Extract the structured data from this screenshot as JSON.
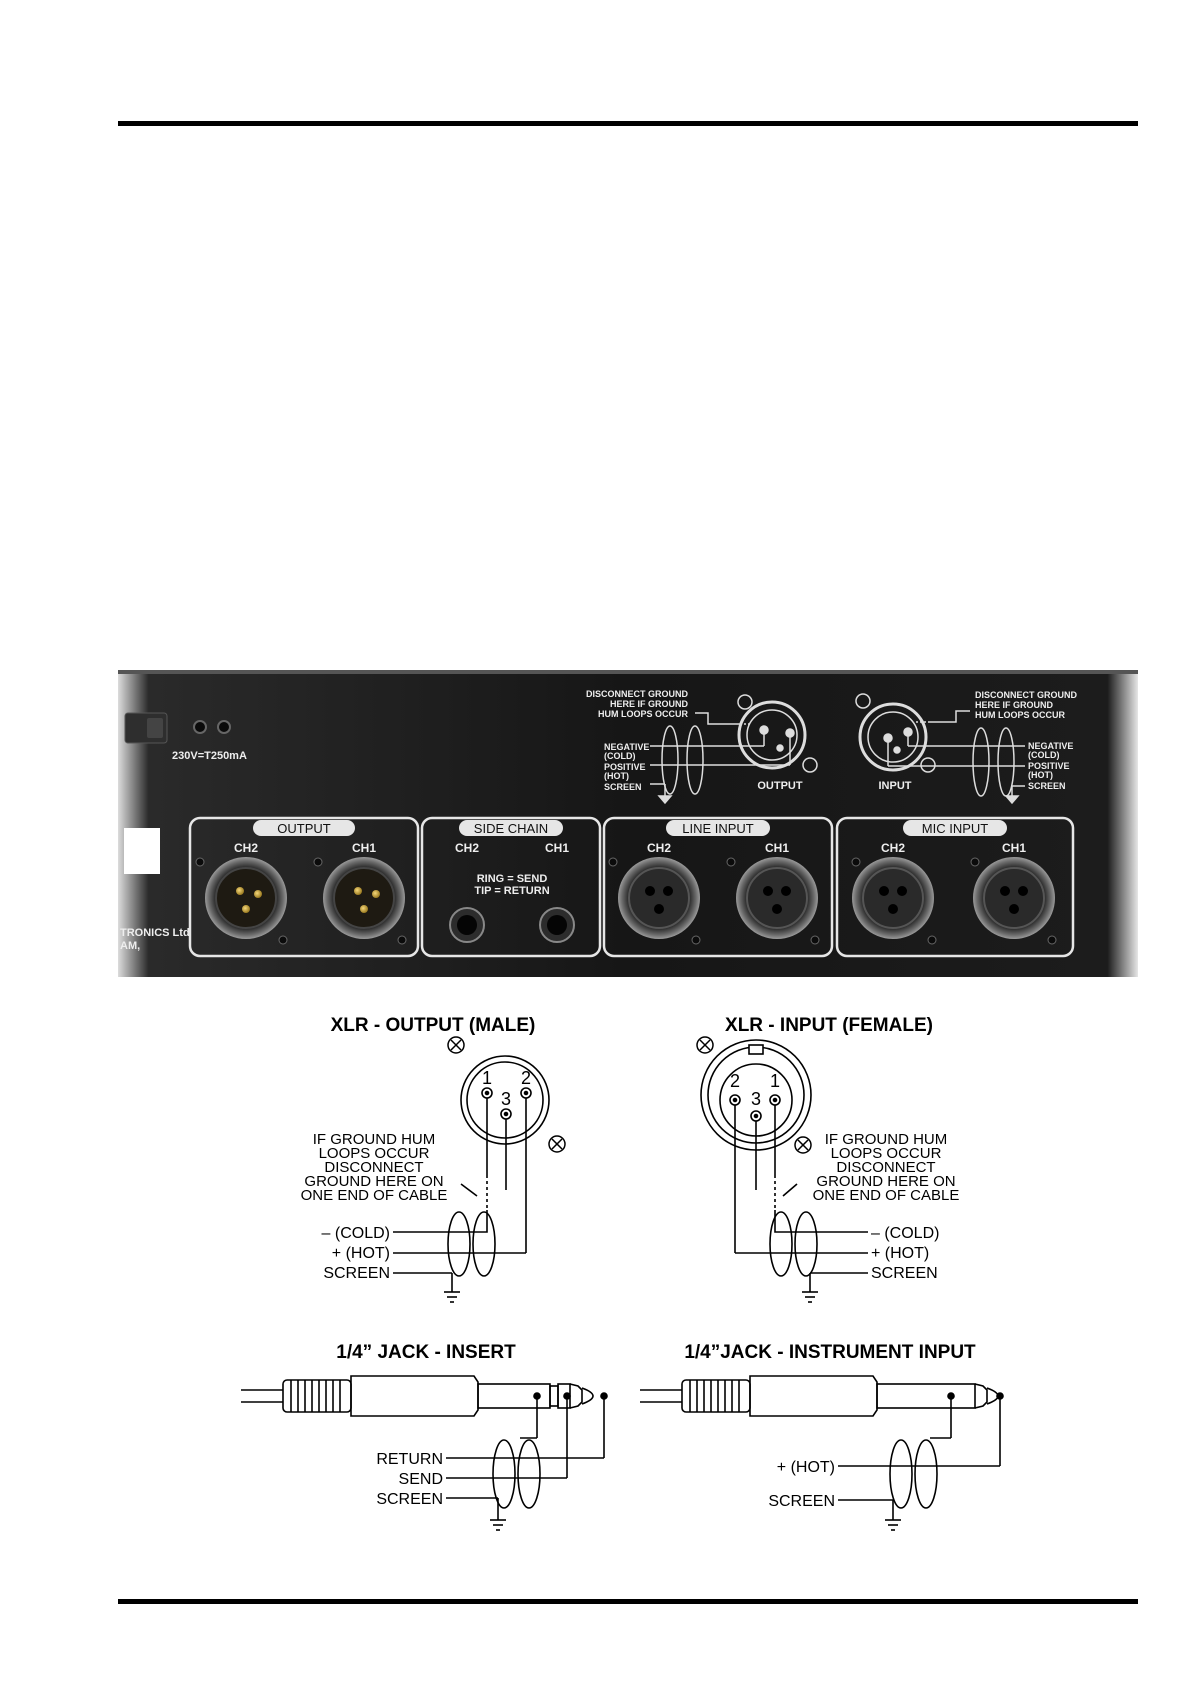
{
  "panel": {
    "fuse_label": "230V=T250mA",
    "maker_line1": "TRONICS Ltd",
    "maker_line2": "AM,",
    "output_gnd_note": [
      "DISCONNECT GROUND",
      "HERE IF GROUND",
      "HUM LOOPS OCCUR"
    ],
    "output_wire_labels": [
      "NEGATIVE",
      "(COLD)",
      "POSITIVE",
      "(HOT)",
      "SCREEN"
    ],
    "output_label": "OUTPUT",
    "input_gnd_note": [
      "DISCONNECT GROUND",
      "HERE IF GROUND",
      "HUM LOOPS OCCUR"
    ],
    "input_wire_labels": [
      "NEGATIVE",
      "(COLD)",
      "POSITIVE",
      "(HOT)",
      "SCREEN"
    ],
    "input_label": "INPUT",
    "sections": [
      {
        "title": "OUTPUT",
        "ch_a": "CH2",
        "ch_b": "CH1"
      },
      {
        "title": "SIDE CHAIN",
        "ch_a": "CH2",
        "ch_b": "CH1",
        "note1": "RING = SEND",
        "note2": "TIP = RETURN"
      },
      {
        "title": "LINE INPUT",
        "ch_a": "CH2",
        "ch_b": "CH1"
      },
      {
        "title": "MIC INPUT",
        "ch_a": "CH2",
        "ch_b": "CH1"
      }
    ]
  },
  "xlr_output": {
    "title": "XLR - OUTPUT (MALE)",
    "pins": [
      "1",
      "2",
      "3"
    ],
    "note": [
      "IF GROUND HUM",
      "LOOPS OCCUR",
      "DISCONNECT",
      "GROUND HERE ON",
      "ONE END OF CABLE"
    ],
    "cold": "– (COLD)",
    "hot": "+ (HOT)",
    "screen": "SCREEN"
  },
  "xlr_input": {
    "title": "XLR - INPUT (FEMALE)",
    "pins": [
      "2",
      "1",
      "3"
    ],
    "note": [
      "IF GROUND HUM",
      "LOOPS OCCUR",
      "DISCONNECT",
      "GROUND HERE ON",
      "ONE END OF CABLE"
    ],
    "cold": "– (COLD)",
    "hot": "+ (HOT)",
    "screen": "SCREEN"
  },
  "jack_insert": {
    "title": "1/4” JACK - INSERT",
    "return": "RETURN",
    "send": "SEND",
    "screen": "SCREEN"
  },
  "jack_instrument": {
    "title": "1/4”JACK - INSTRUMENT INPUT",
    "hot": "+ (HOT)",
    "screen": "SCREEN"
  }
}
